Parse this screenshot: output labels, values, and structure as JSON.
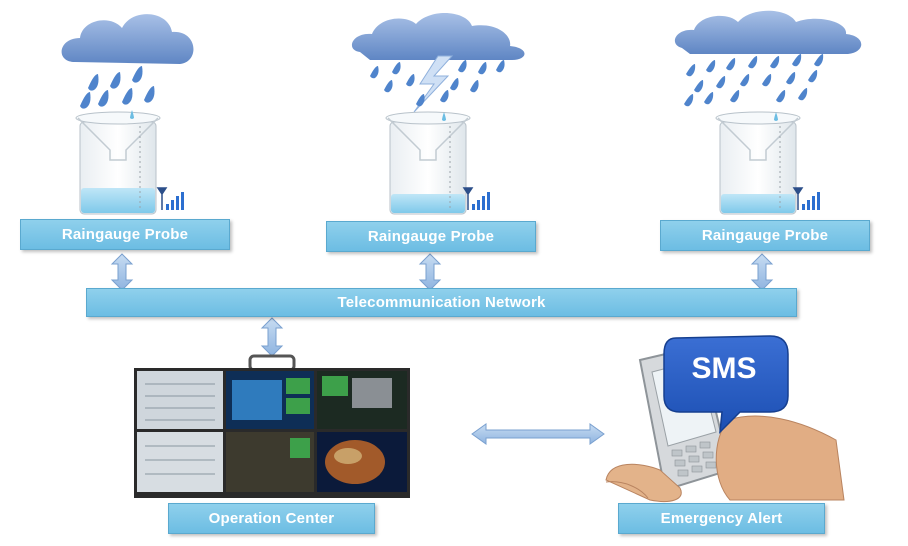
{
  "probes": [
    {
      "label": "Raingauge Probe"
    },
    {
      "label": "Raingauge Probe"
    },
    {
      "label": "Raingauge Probe"
    }
  ],
  "network": {
    "label": "Telecommunication Network"
  },
  "operation_center": {
    "label": "Operation Center"
  },
  "emergency_alert": {
    "label": "Emergency Alert"
  },
  "sms_bubble": {
    "text": "SMS"
  },
  "colors": {
    "box_fill": "#7cc6e7",
    "box_border": "#5aa9cf",
    "arrow": "#9cc0e6",
    "cloud": "#7e9fd0",
    "rain": "#4f84cc"
  }
}
